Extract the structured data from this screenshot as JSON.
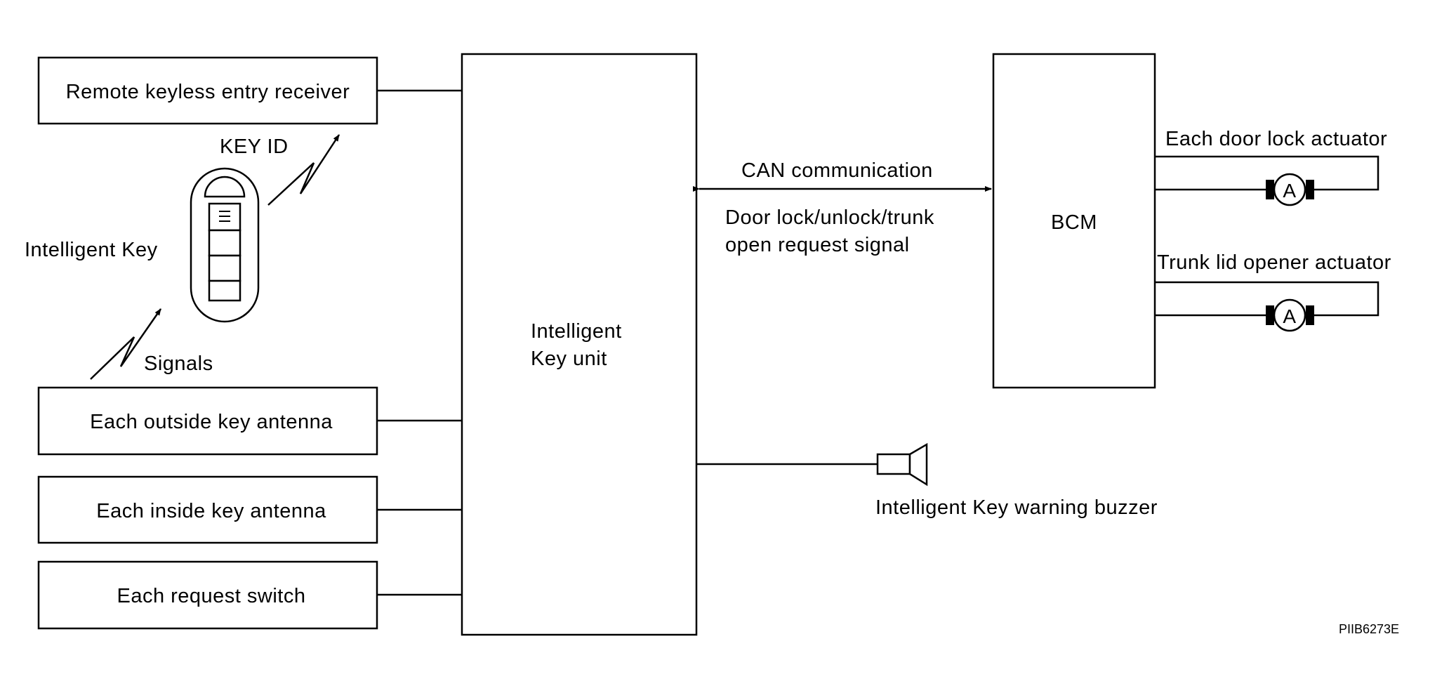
{
  "left_blocks": {
    "receiver": "Remote keyless entry receiver",
    "outside_antenna": "Each outside key antenna",
    "inside_antenna": "Each inside key antenna",
    "request_switch": "Each request switch"
  },
  "key": {
    "label": "Intelligent Key",
    "key_id": "KEY ID",
    "signals": "Signals"
  },
  "unit": {
    "line1": "Intelligent",
    "line2": "Key unit"
  },
  "can": {
    "label": "CAN communication",
    "signal_line1": "Door lock/unlock/trunk",
    "signal_line2": "open request signal"
  },
  "bcm": {
    "label": "BCM"
  },
  "actuators": {
    "door": "Each door lock actuator",
    "trunk": "Trunk lid opener actuator",
    "motor_symbol": "A"
  },
  "buzzer": {
    "label": "Intelligent Key warning buzzer"
  },
  "figure_code": "PIIB6273E"
}
